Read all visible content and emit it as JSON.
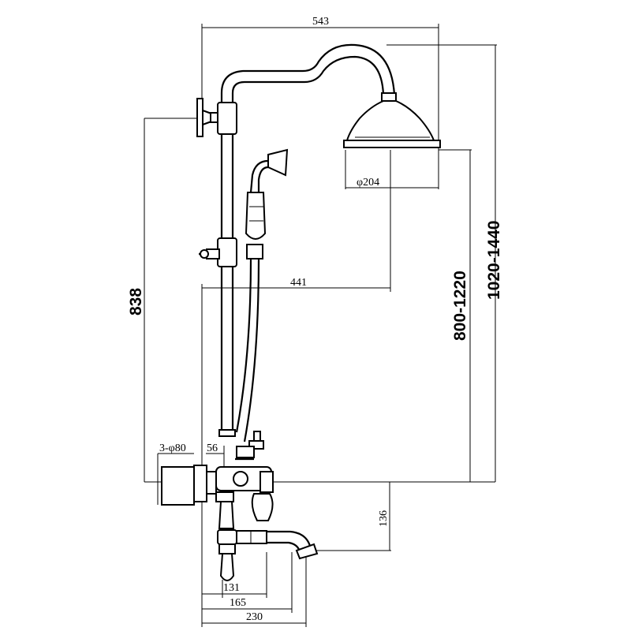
{
  "dimensions": {
    "overall_width": "543",
    "head_diameter": "φ204",
    "arm_reach": "441",
    "slide_height": "838",
    "head_height_range": "800-1220",
    "total_height_range": "1020-1440",
    "cover_plates": "3-φ80",
    "outlet_offset": "56",
    "spout_drop": "136",
    "spout_131": "131",
    "spout_165": "165",
    "spout_230": "230"
  }
}
